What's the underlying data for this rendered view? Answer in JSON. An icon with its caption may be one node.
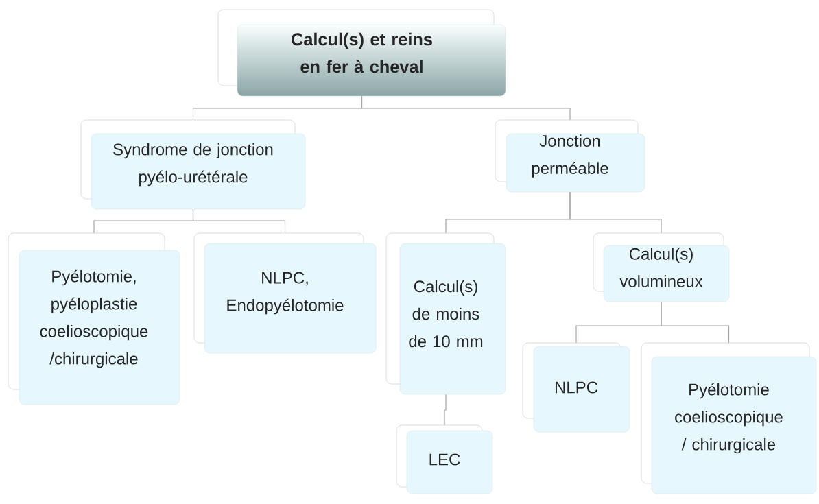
{
  "diagram": {
    "nodes": [
      {
        "text": [
          "Calcul(s) et reins en fer à cheval"
        ]
      },
      {
        "text": [
          "Syndrome de jonction pyélo-urétérale"
        ]
      },
      {
        "text": [
          "Jonction perméable"
        ]
      },
      {
        "text": [
          "Pyélotomie, pyéloplastie coelioscopique /chirurgicale"
        ]
      },
      {
        "text": [
          "NLPC, Endopyélotomie"
        ]
      },
      {
        "text": [
          "Calcul(s) de moins de 10 mm"
        ]
      },
      {
        "text": [
          "Calcul(s) volumineux"
        ]
      },
      {
        "text": [
          "LEC"
        ]
      },
      {
        "text": [
          "NLPC"
        ]
      },
      {
        "text": [
          "Pyélotomie coelioscopique / chirurgicale"
        ]
      }
    ],
    "edges": [
      {
        "from": 0,
        "to": 1,
        "arrow": "none"
      },
      {
        "from": 0,
        "to": 2,
        "arrow": "none"
      },
      {
        "from": 1,
        "to": 3,
        "arrow": "none"
      },
      {
        "from": 1,
        "to": 4,
        "arrow": "none"
      },
      {
        "from": 2,
        "to": 5,
        "arrow": "none"
      },
      {
        "from": 2,
        "to": 6,
        "arrow": "none"
      },
      {
        "from": 5,
        "to": 7,
        "arrow": "none"
      },
      {
        "from": 6,
        "to": 8,
        "arrow": "none"
      },
      {
        "from": 6,
        "to": 9,
        "arrow": "none"
      }
    ]
  }
}
